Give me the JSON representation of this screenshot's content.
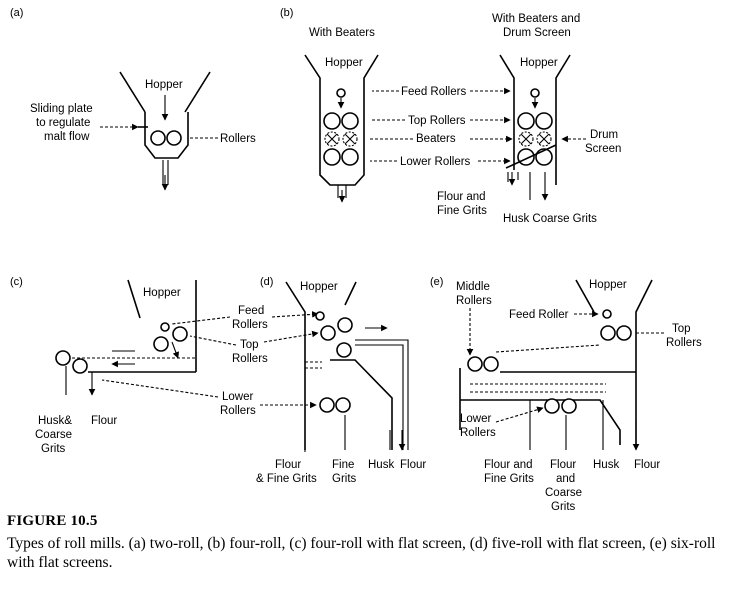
{
  "panels": {
    "a": {
      "tag": "(a)",
      "hopper": "Hopper",
      "sliding_plate": [
        "Sliding plate",
        "to regulate",
        "malt flow"
      ],
      "rollers": "Rollers"
    },
    "b": {
      "tag": "(b)",
      "title_left": "With Beaters",
      "title_right": [
        "With Beaters and",
        "Drum Screen"
      ],
      "hopper_left": "Hopper",
      "hopper_right": "Hopper",
      "feed_rollers": "Feed Rollers",
      "top_rollers": "Top Rollers",
      "beaters": "Beaters",
      "lower_rollers": "Lower Rollers",
      "drum_screen": [
        "Drum",
        "Screen"
      ],
      "flour_fine_grits": [
        "Flour and",
        "Fine Grits"
      ],
      "husk_coarse_grits": "Husk Coarse Grits"
    },
    "c": {
      "tag": "(c)",
      "hopper": "Hopper",
      "husk_coarse_grits": [
        "Husk&",
        "Coarse",
        "Grits"
      ],
      "flour": "Flour"
    },
    "shared_cd": {
      "feed_rollers": [
        "Feed",
        "Rollers"
      ],
      "top_rollers": [
        "Top",
        "Rollers"
      ],
      "lower_rollers": [
        "Lower",
        "Rollers"
      ]
    },
    "d": {
      "tag": "(d)",
      "hopper": "Hopper",
      "flour_fine_grits": [
        "Flour",
        "& Fine Grits"
      ],
      "fine_grits": [
        "Fine",
        "Grits"
      ],
      "husk": "Husk",
      "flour": "Flour"
    },
    "e": {
      "tag": "(e)",
      "hopper": "Hopper",
      "middle_rollers": [
        "Middle",
        "Rollers"
      ],
      "feed_roller": "Feed Roller",
      "top_rollers": [
        "Top",
        "Rollers"
      ],
      "lower_rollers": [
        "Lower",
        "Rollers"
      ],
      "flour_fine_grits": [
        "Flour and",
        "Fine Grits"
      ],
      "flour_coarse_grits": [
        "Flour",
        "and",
        "Coarse",
        "Grits"
      ],
      "husk": "Husk",
      "flour": "Flour"
    }
  },
  "caption": {
    "figure_number": "FIGURE 10.5",
    "text": "Types of roll mills. (a) two-roll, (b) four-roll, (c) four-roll with flat screen, (d) five-roll with flat screen, (e) six-roll with flat screens."
  }
}
